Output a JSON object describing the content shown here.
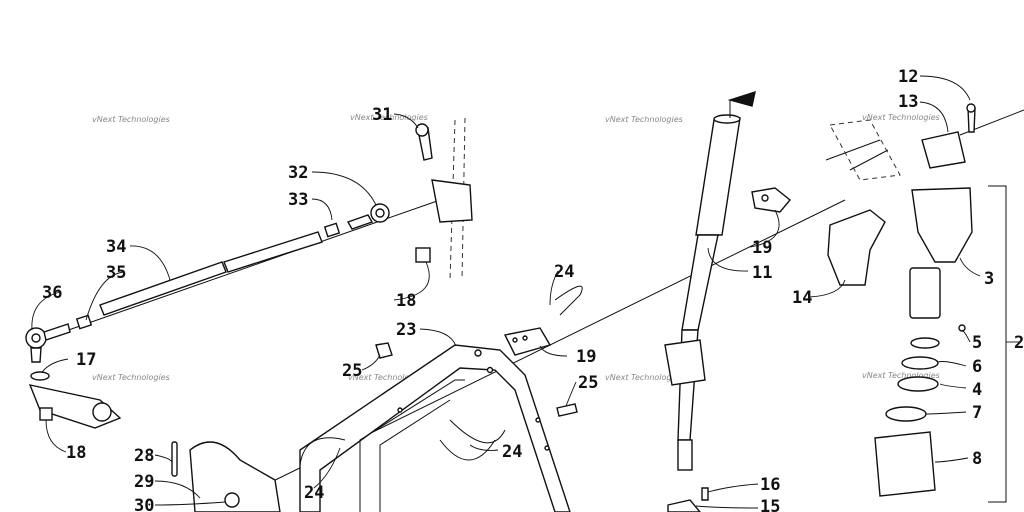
{
  "watermark": "vNext Technologies",
  "callouts": [
    {
      "id": "c12",
      "text": "12"
    },
    {
      "id": "c13",
      "text": "13"
    },
    {
      "id": "c31",
      "text": "31"
    },
    {
      "id": "c32",
      "text": "32"
    },
    {
      "id": "c33",
      "text": "33"
    },
    {
      "id": "c34",
      "text": "34"
    },
    {
      "id": "c35",
      "text": "35"
    },
    {
      "id": "c36",
      "text": "36"
    },
    {
      "id": "c17",
      "text": "17"
    },
    {
      "id": "c18a",
      "text": "18"
    },
    {
      "id": "c18b",
      "text": "18"
    },
    {
      "id": "c19a",
      "text": "19"
    },
    {
      "id": "c19b",
      "text": "19"
    },
    {
      "id": "c11",
      "text": "11"
    },
    {
      "id": "c14",
      "text": "14"
    },
    {
      "id": "c3",
      "text": "3"
    },
    {
      "id": "c5",
      "text": "5"
    },
    {
      "id": "c6",
      "text": "6"
    },
    {
      "id": "c4",
      "text": "4"
    },
    {
      "id": "c7",
      "text": "7"
    },
    {
      "id": "c8",
      "text": "8"
    },
    {
      "id": "c2",
      "text": "2"
    },
    {
      "id": "c23",
      "text": "23"
    },
    {
      "id": "c24a",
      "text": "24"
    },
    {
      "id": "c24b",
      "text": "24"
    },
    {
      "id": "c24c",
      "text": "24"
    },
    {
      "id": "c25a",
      "text": "25"
    },
    {
      "id": "c25b",
      "text": "25"
    },
    {
      "id": "c28",
      "text": "28"
    },
    {
      "id": "c29",
      "text": "29"
    },
    {
      "id": "c30",
      "text": "30"
    },
    {
      "id": "c16",
      "text": "16"
    },
    {
      "id": "c15",
      "text": "15"
    }
  ]
}
